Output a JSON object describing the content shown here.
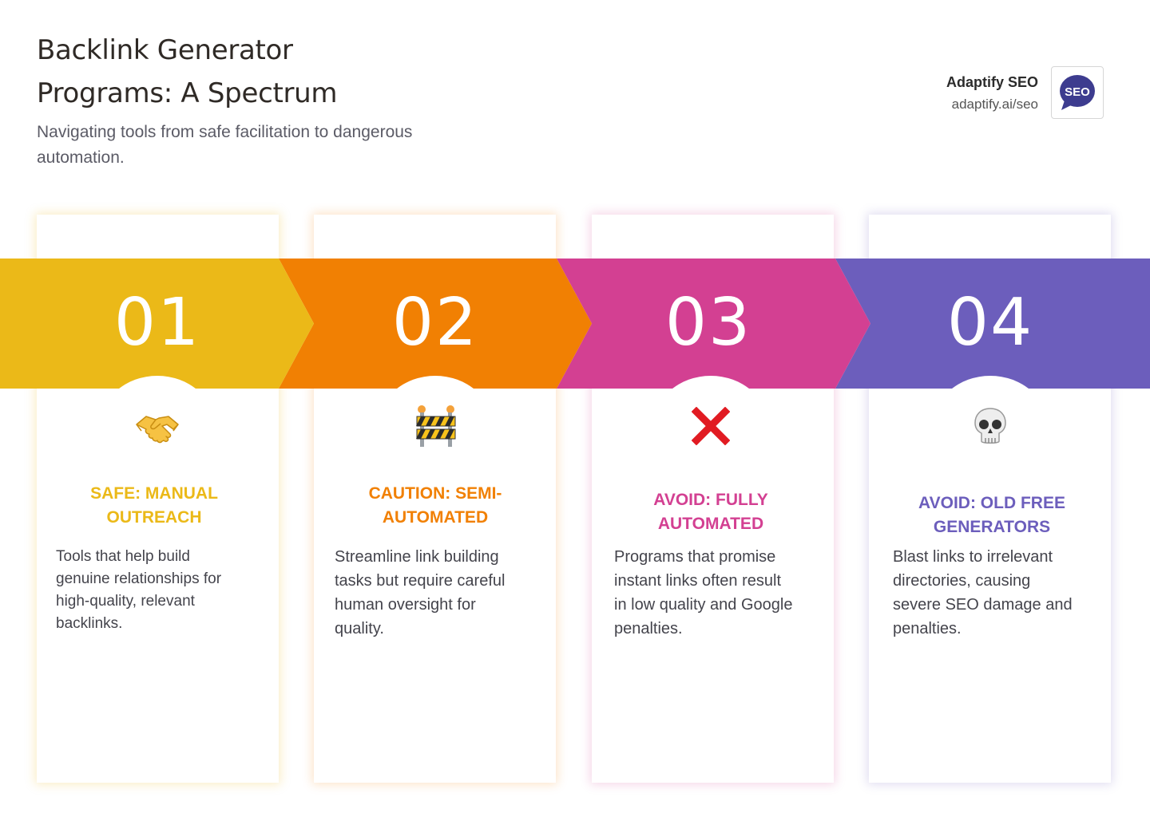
{
  "header": {
    "title_line1": "Backlink Generator",
    "title_line2": "Programs: A Spectrum",
    "subtitle_line1": "Navigating tools from safe facilitation to dangerous",
    "subtitle_line2": "automation."
  },
  "brand": {
    "name": "Adaptify SEO",
    "url": "adaptify.ai/seo",
    "logo_text": "SEO",
    "logo_color": "#3d3c8f"
  },
  "steps": [
    {
      "number": "01",
      "color": "#ebb918",
      "icon": "handshake-icon",
      "title_line1": "SAFE: MANUAL",
      "title_line2": "OUTREACH",
      "desc_lines": [
        "Tools that help build",
        "genuine relationships for",
        "high-quality, relevant",
        "backlinks."
      ]
    },
    {
      "number": "02",
      "color": "#f18003",
      "icon": "construction-barrier-icon",
      "title_line1": "CAUTION: SEMI-",
      "title_line2": "AUTOMATED",
      "desc_lines": [
        "Streamline link building",
        "tasks but require careful",
        "human oversight for",
        "quality."
      ]
    },
    {
      "number": "03",
      "color": "#d34092",
      "icon": "cross-mark-icon",
      "title_line1": "AVOID: FULLY",
      "title_line2": "AUTOMATED",
      "desc_lines": [
        "Programs that promise",
        "instant links often result",
        "in low quality and Google",
        "penalties."
      ]
    },
    {
      "number": "04",
      "color": "#6c5ebc",
      "icon": "skull-icon",
      "title_line1": "AVOID: OLD FREE",
      "title_line2": "GENERATORS",
      "desc_lines": [
        "Blast links to irrelevant",
        "directories, causing",
        "severe SEO damage and",
        "penalties."
      ]
    }
  ]
}
